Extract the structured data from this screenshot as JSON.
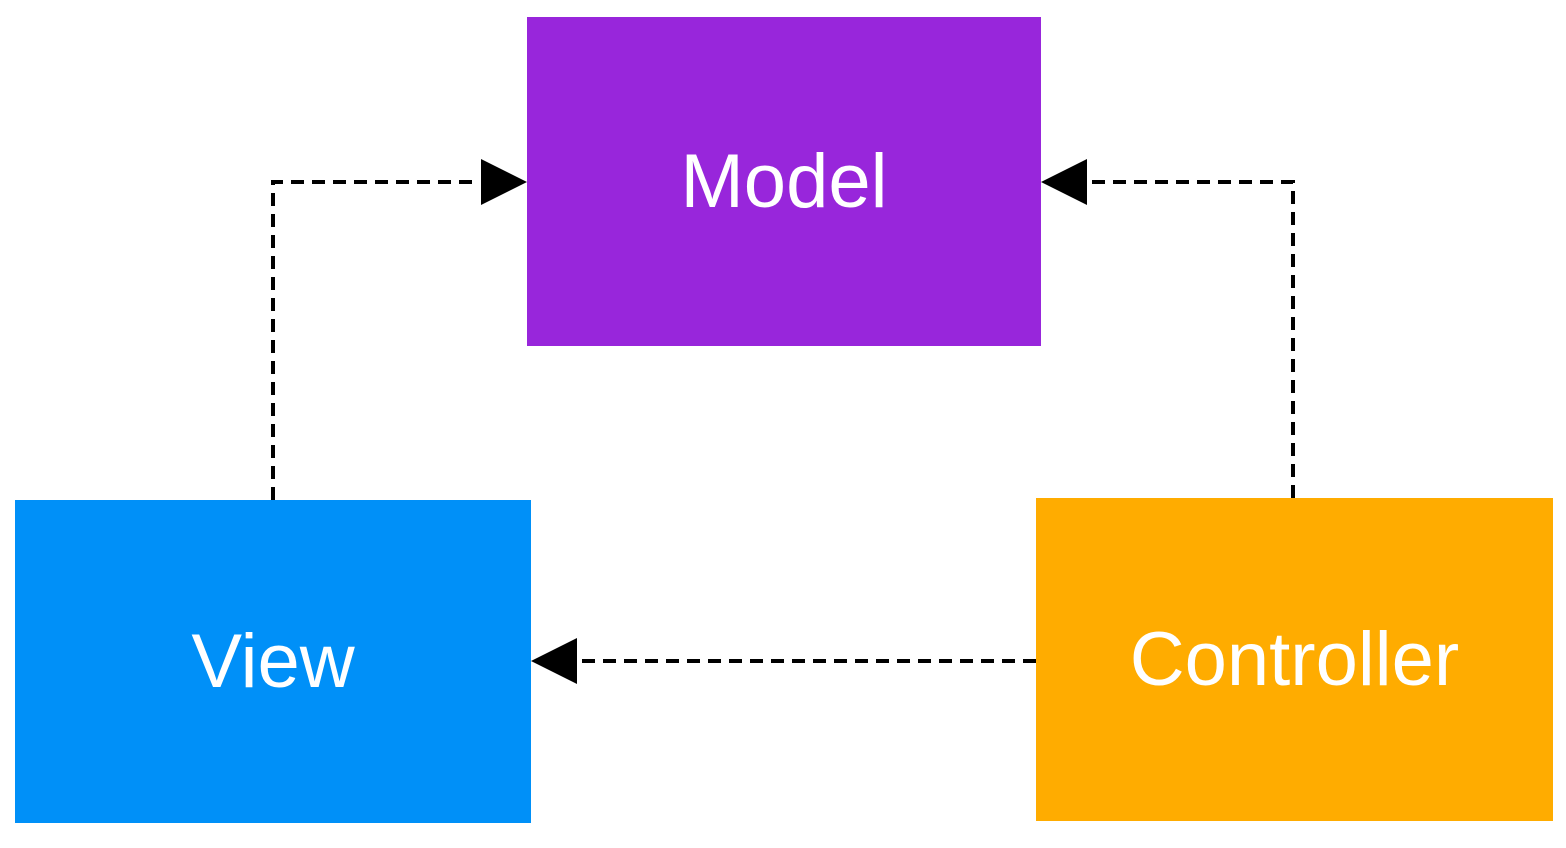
{
  "diagram": {
    "name": "mvc-pattern-diagram",
    "background_color": "#ffffff",
    "text_color": "#ffffff",
    "arrow_color": "#000000",
    "nodes": [
      {
        "id": "model",
        "label": "Model",
        "color": "#9826db",
        "position": "top-center"
      },
      {
        "id": "view",
        "label": "View",
        "color": "#0090f8",
        "position": "bottom-left"
      },
      {
        "id": "controller",
        "label": "Controller",
        "color": "#ffac00",
        "position": "bottom-right"
      }
    ],
    "edges": [
      {
        "from": "view",
        "to": "model",
        "style": "dashed",
        "route": "up-then-right, arrowhead into Model left side"
      },
      {
        "from": "controller",
        "to": "model",
        "style": "dashed",
        "route": "up-then-left, arrowhead into Model right side"
      },
      {
        "from": "controller",
        "to": "view",
        "style": "dashed",
        "route": "straight left, arrowhead into View right side"
      }
    ]
  }
}
